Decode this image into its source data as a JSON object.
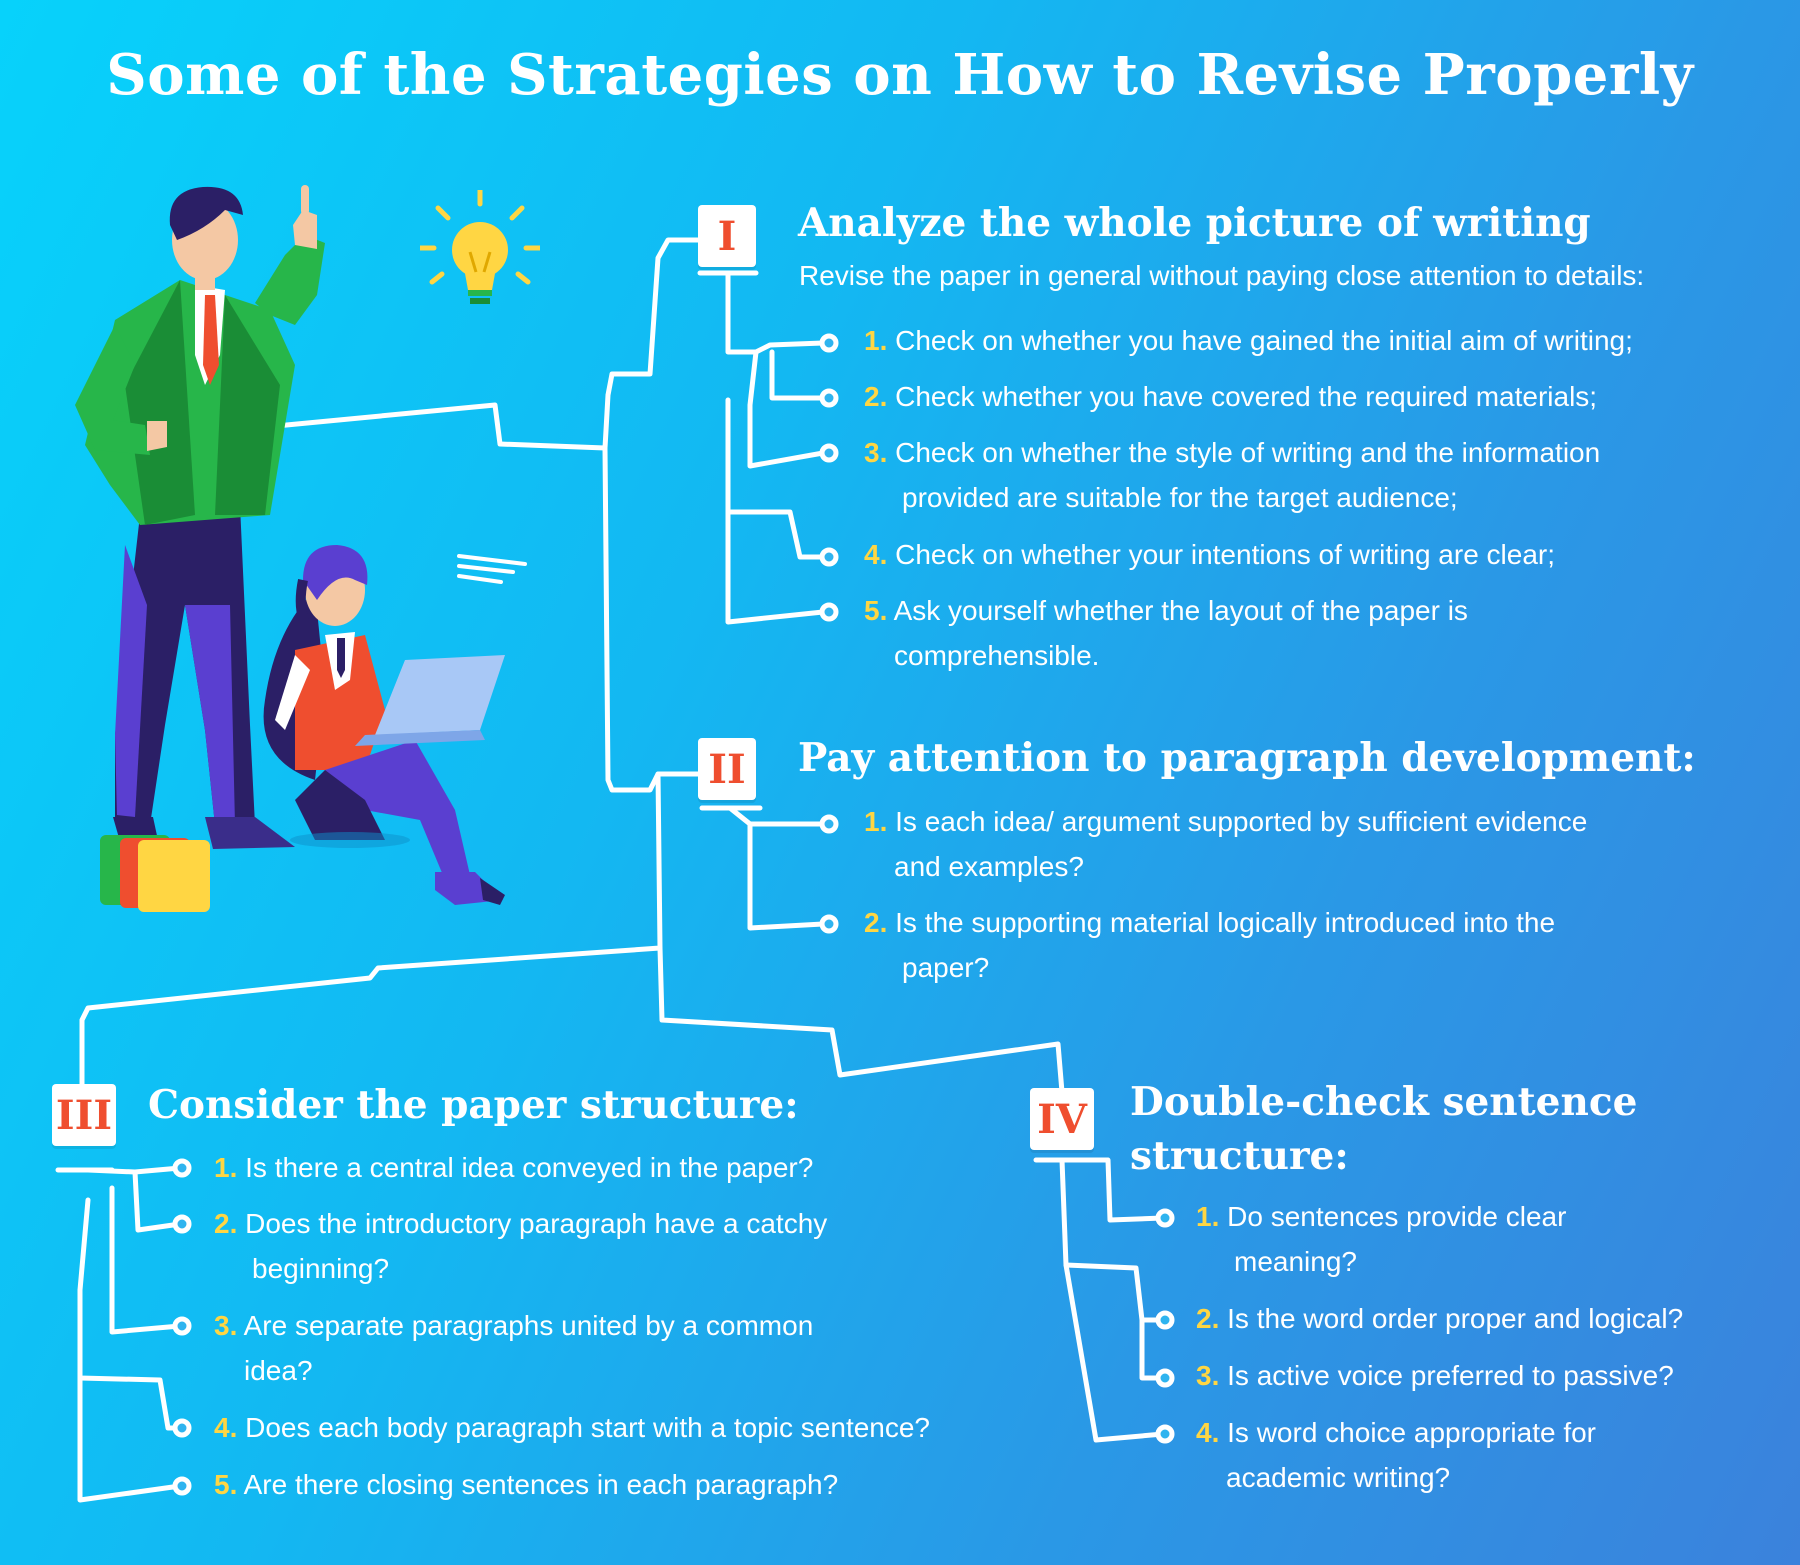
{
  "title": "Some of the Strategies on How to Revise Properly",
  "colors": {
    "background_start": "#07d2fb",
    "background_end": "#3b82dc",
    "numeral_text": "#ef4e2f",
    "item_number": "#ffd643",
    "text": "#ffffff"
  },
  "sections": [
    {
      "numeral": "I",
      "title": "Analyze the whole picture of writing",
      "intro": "Revise the paper in general without paying close attention to details:",
      "items": [
        {
          "num": "1.",
          "text": "Check on whether you have gained the initial aim of writing;",
          "cont": ""
        },
        {
          "num": "2.",
          "text": "Check whether you have covered the required materials;",
          "cont": ""
        },
        {
          "num": "3.",
          "text": "Check on whether the style of writing and the information",
          "cont": "provided are suitable for the target audience;"
        },
        {
          "num": "4.",
          "text": "Check on whether your intentions of writing are clear;",
          "cont": ""
        },
        {
          "num": "5.",
          "text": "Ask yourself whether the layout of the paper is",
          "cont": "comprehensible."
        }
      ]
    },
    {
      "numeral": "II",
      "title": "Pay attention to paragraph development:",
      "items": [
        {
          "num": "1.",
          "text": "Is each idea/ argument supported by sufficient evidence",
          "cont": "and examples?"
        },
        {
          "num": "2.",
          "text": "Is the supporting material logically introduced into the",
          "cont": "paper?"
        }
      ]
    },
    {
      "numeral": "III",
      "title": "Consider the paper structure:",
      "items": [
        {
          "num": "1.",
          "text": "Is there a central idea conveyed in the paper?",
          "cont": ""
        },
        {
          "num": "2.",
          "text": "Does the introductory paragraph have a catchy",
          "cont": "beginning?"
        },
        {
          "num": "3.",
          "text": "Are separate paragraphs united by a common",
          "cont": "idea?"
        },
        {
          "num": "4.",
          "text": "Does each body paragraph start with a topic sentence?",
          "cont": ""
        },
        {
          "num": "5.",
          "text": "Are there closing sentences in each paragraph?",
          "cont": ""
        }
      ]
    },
    {
      "numeral": "IV",
      "title_line1": "Double-check sentence",
      "title_line2": "structure:",
      "items": [
        {
          "num": "1.",
          "text": "Do sentences provide clear",
          "cont": "meaning?"
        },
        {
          "num": "2.",
          "text": "Is the word order proper and logical?",
          "cont": ""
        },
        {
          "num": "3.",
          "text": "Is active voice preferred to passive?",
          "cont": ""
        },
        {
          "num": "4.",
          "text": "Is word choice appropriate for",
          "cont": "academic writing?"
        }
      ]
    }
  ],
  "illustration": {
    "icons": [
      "standing-man-pointing-icon",
      "lightbulb-icon",
      "woman-with-laptop-icon",
      "book-stack-icon"
    ]
  }
}
